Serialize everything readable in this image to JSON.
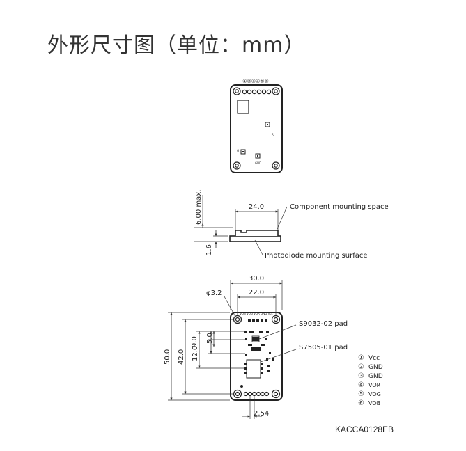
{
  "title": "外形尺寸图（单位：mm）",
  "top_view": {
    "pin_labels": "①②③④⑤⑥"
  },
  "side_view": {
    "dim_width": "24.0",
    "dim_height_max": "6.00 max.",
    "dim_board": "1.6",
    "label_component": "Component mounting space",
    "label_photodiode": "Photodiode mounting surface"
  },
  "bottom_view": {
    "dim_width": "30.0",
    "dim_hole_spacing": "22.0",
    "dim_hole_dia": "φ3.2",
    "dim_height": "50.0",
    "dim_hole_height": "42.0",
    "dim_12": "12.0",
    "dim_9": "9.0",
    "dim_5": "5.0",
    "dim_pitch": "2.54",
    "label_s9032": "S9032-02 pad",
    "label_s7505": "S7505-01 pad"
  },
  "pin_legend": [
    {
      "num": "①",
      "label": "Vcc"
    },
    {
      "num": "②",
      "label": "GND"
    },
    {
      "num": "③",
      "label": "GND"
    },
    {
      "num": "④",
      "label": "VOR"
    },
    {
      "num": "⑤",
      "label": "VOG"
    },
    {
      "num": "⑥",
      "label": "VOB"
    }
  ],
  "drawing_code": "KACCA0128EB"
}
